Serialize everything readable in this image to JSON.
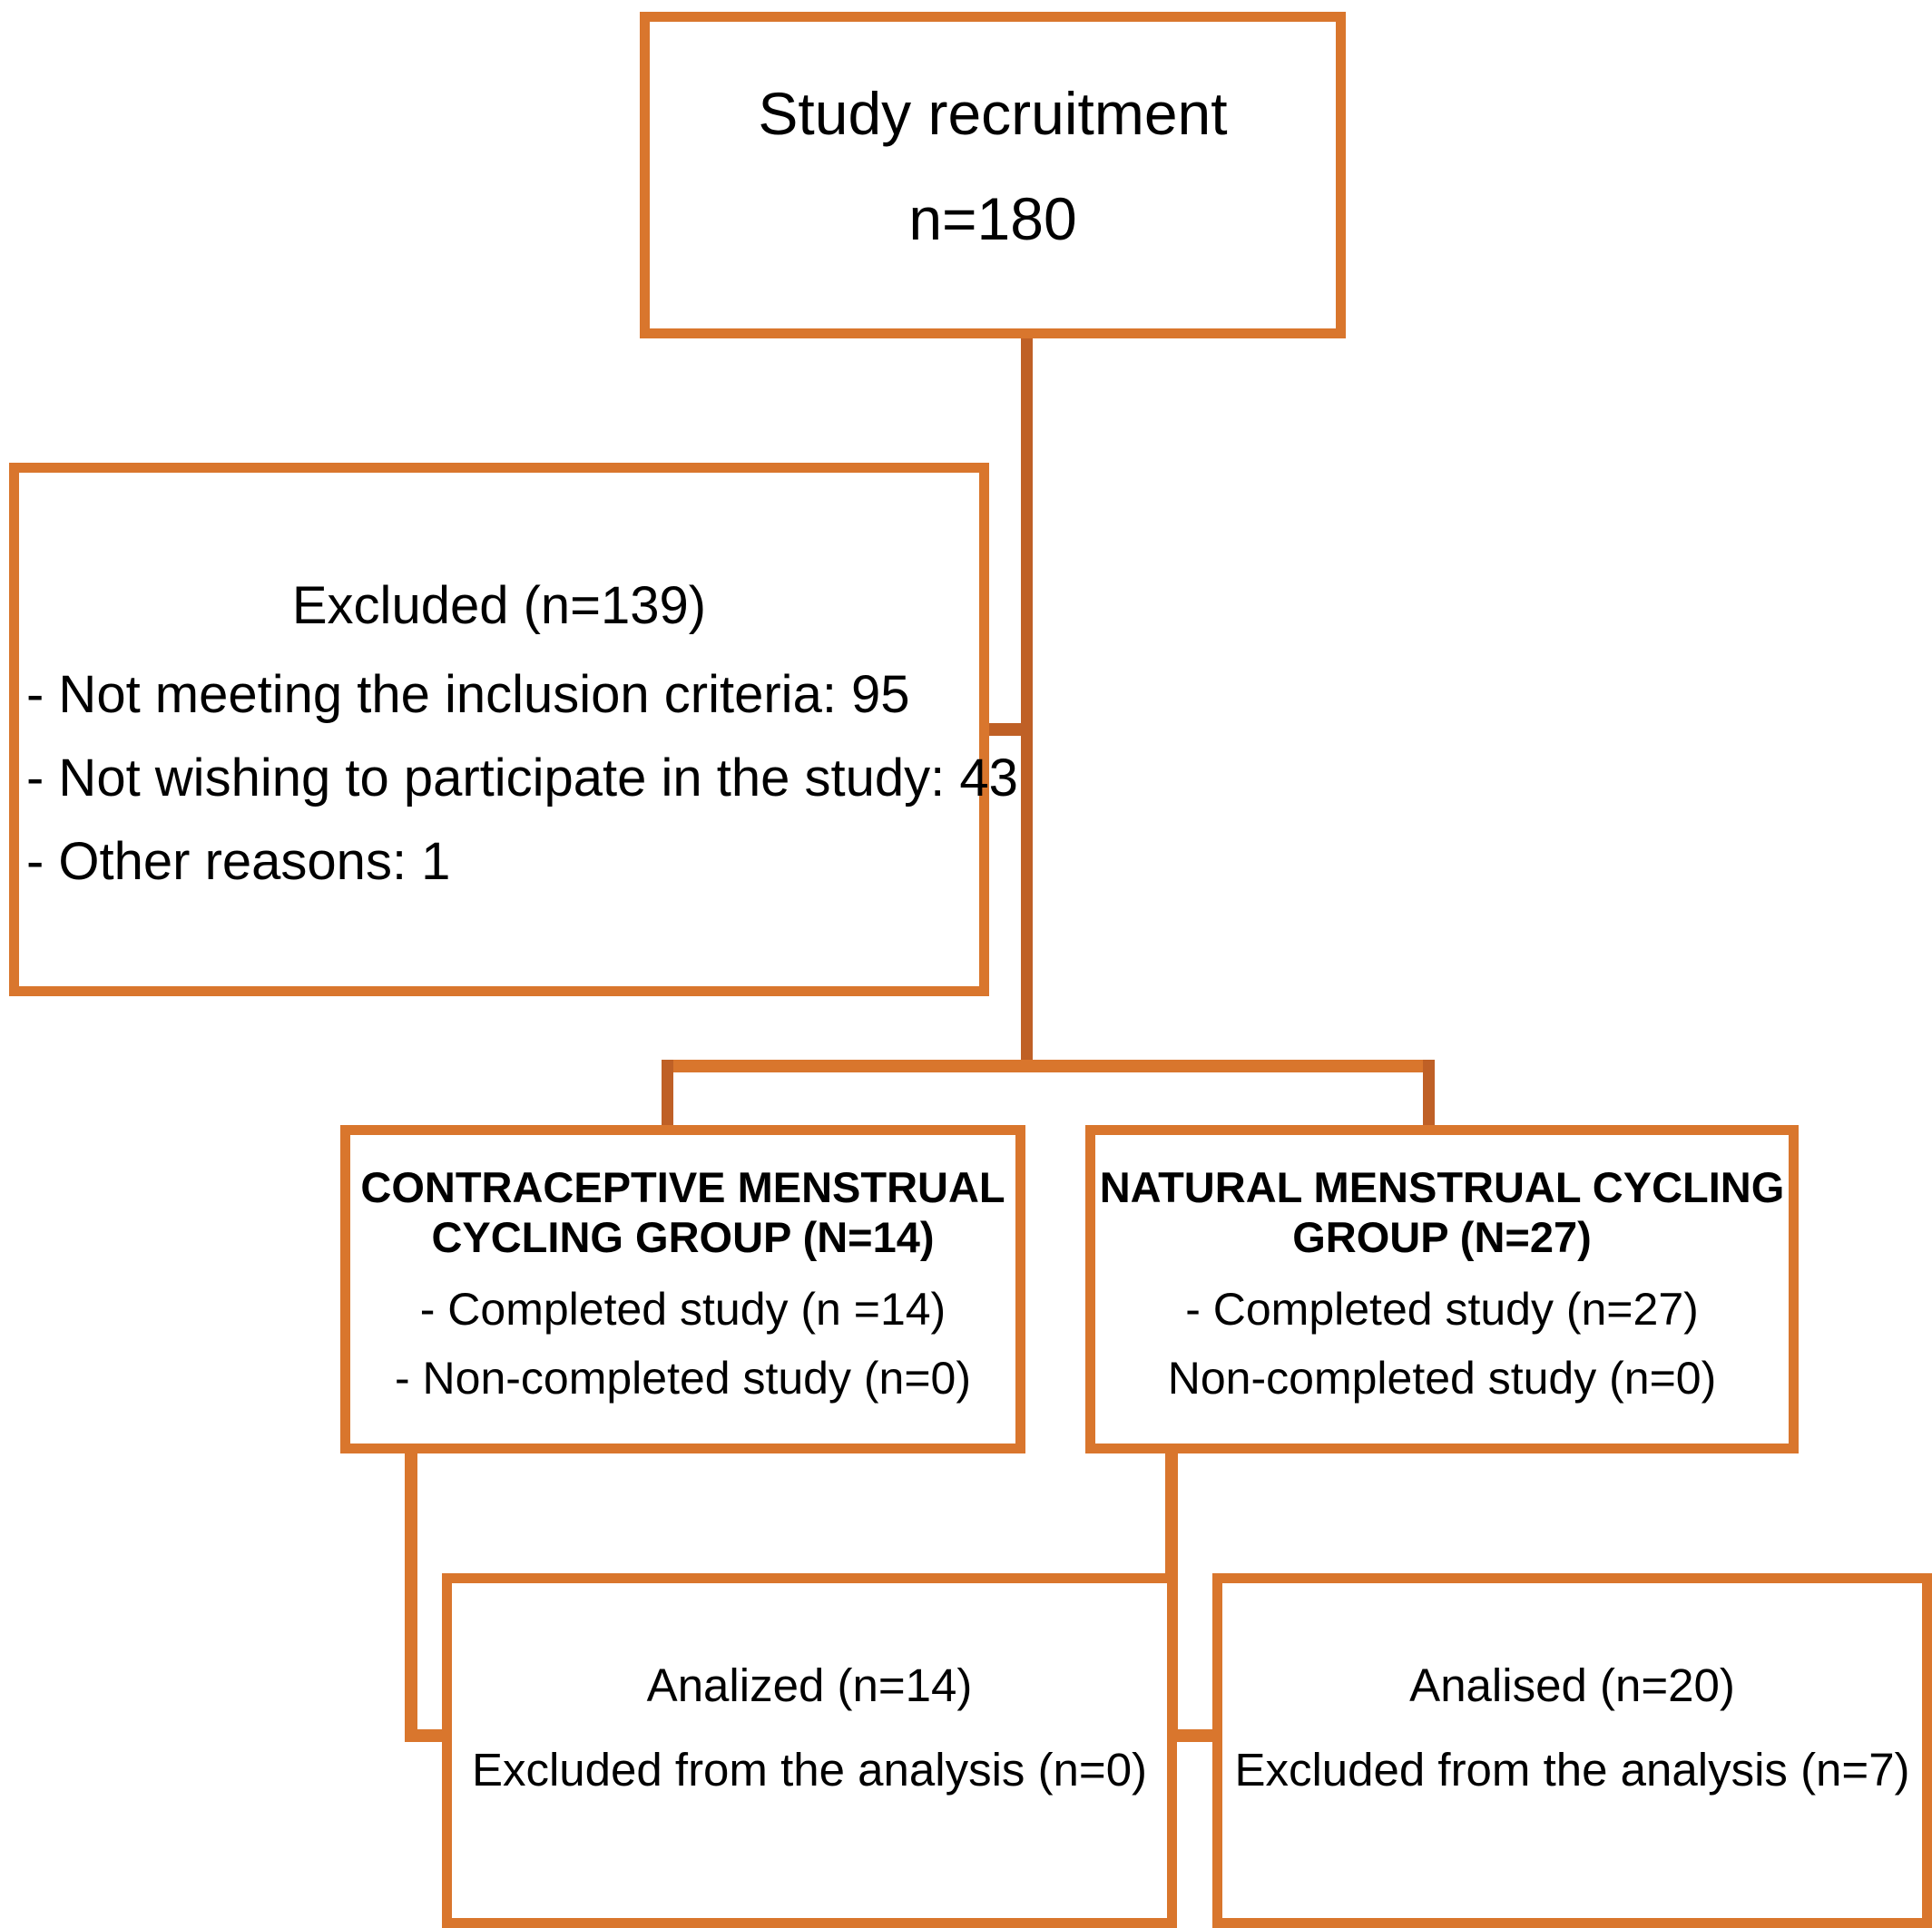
{
  "colors": {
    "box_border": "#d9762d",
    "connector": "#bf6026",
    "text": "#000000",
    "background": "#ffffff"
  },
  "chart_data": {
    "type": "diagram",
    "title": "CONSORT participant flow diagram",
    "nodes": [
      {
        "id": "recruitment",
        "lines": [
          "Study recruitment",
          "n=180"
        ]
      },
      {
        "id": "excluded",
        "lines": [
          "Excluded (n=139)",
          "- Not meeting the inclusion criteria: 95",
          "- Not wishing to participate in the study: 43",
          "- Other reasons: 1"
        ]
      },
      {
        "id": "group_contraceptive",
        "lines": [
          "CONTRACEPTIVE MENSTRUAL",
          "CYCLING GROUP (N=14)",
          "- Completed study (n =14)",
          "- Non-completed study (n=0)"
        ]
      },
      {
        "id": "group_natural",
        "lines": [
          "NATURAL MENSTRUAL CYCLING",
          "GROUP (N=27)",
          "- Completed study (n=27)",
          "Non-completed study (n=0)"
        ]
      },
      {
        "id": "analysis_left",
        "lines": [
          "Analized (n=14)",
          "Excluded from the analysis (n=0)"
        ]
      },
      {
        "id": "analysis_right",
        "lines": [
          "Analised (n=20)",
          "Excluded from the analysis (n=7)"
        ]
      }
    ],
    "counts": {
      "recruited": 180,
      "excluded_total": 139,
      "excluded_not_meeting_inclusion": 95,
      "excluded_not_wishing": 43,
      "excluded_other": 1,
      "contraceptive_group": 14,
      "contraceptive_completed": 14,
      "contraceptive_non_completed": 0,
      "natural_group": 27,
      "natural_completed": 27,
      "natural_non_completed": 0,
      "analyzed_contraceptive": 14,
      "excluded_analysis_contraceptive": 0,
      "analyzed_natural": 20,
      "excluded_analysis_natural": 7
    }
  },
  "recruitment": {
    "title": "Study recruitment",
    "count": "n=180"
  },
  "excluded": {
    "title": "Excluded (n=139)",
    "reason_1": "- Not meeting the inclusion criteria: 95",
    "reason_2": "- Not wishing to participate in the study: 43",
    "reason_3": "- Other reasons: 1"
  },
  "group_contraceptive": {
    "title_line_1": "CONTRACEPTIVE MENSTRUAL",
    "title_line_2": "CYCLING GROUP (N=14)",
    "completed": "- Completed study (n =14)",
    "non_completed": "- Non-completed study (n=0)"
  },
  "group_natural": {
    "title_line_1": "NATURAL MENSTRUAL CYCLING",
    "title_line_2": "GROUP (N=27)",
    "completed": "- Completed study (n=27)",
    "non_completed": "Non-completed study (n=0)"
  },
  "analysis_left": {
    "analyzed": "Analized (n=14)",
    "excluded": "Excluded from the analysis (n=0)"
  },
  "analysis_right": {
    "analyzed": "Analised (n=20)",
    "excluded": "Excluded from the analysis (n=7)"
  }
}
